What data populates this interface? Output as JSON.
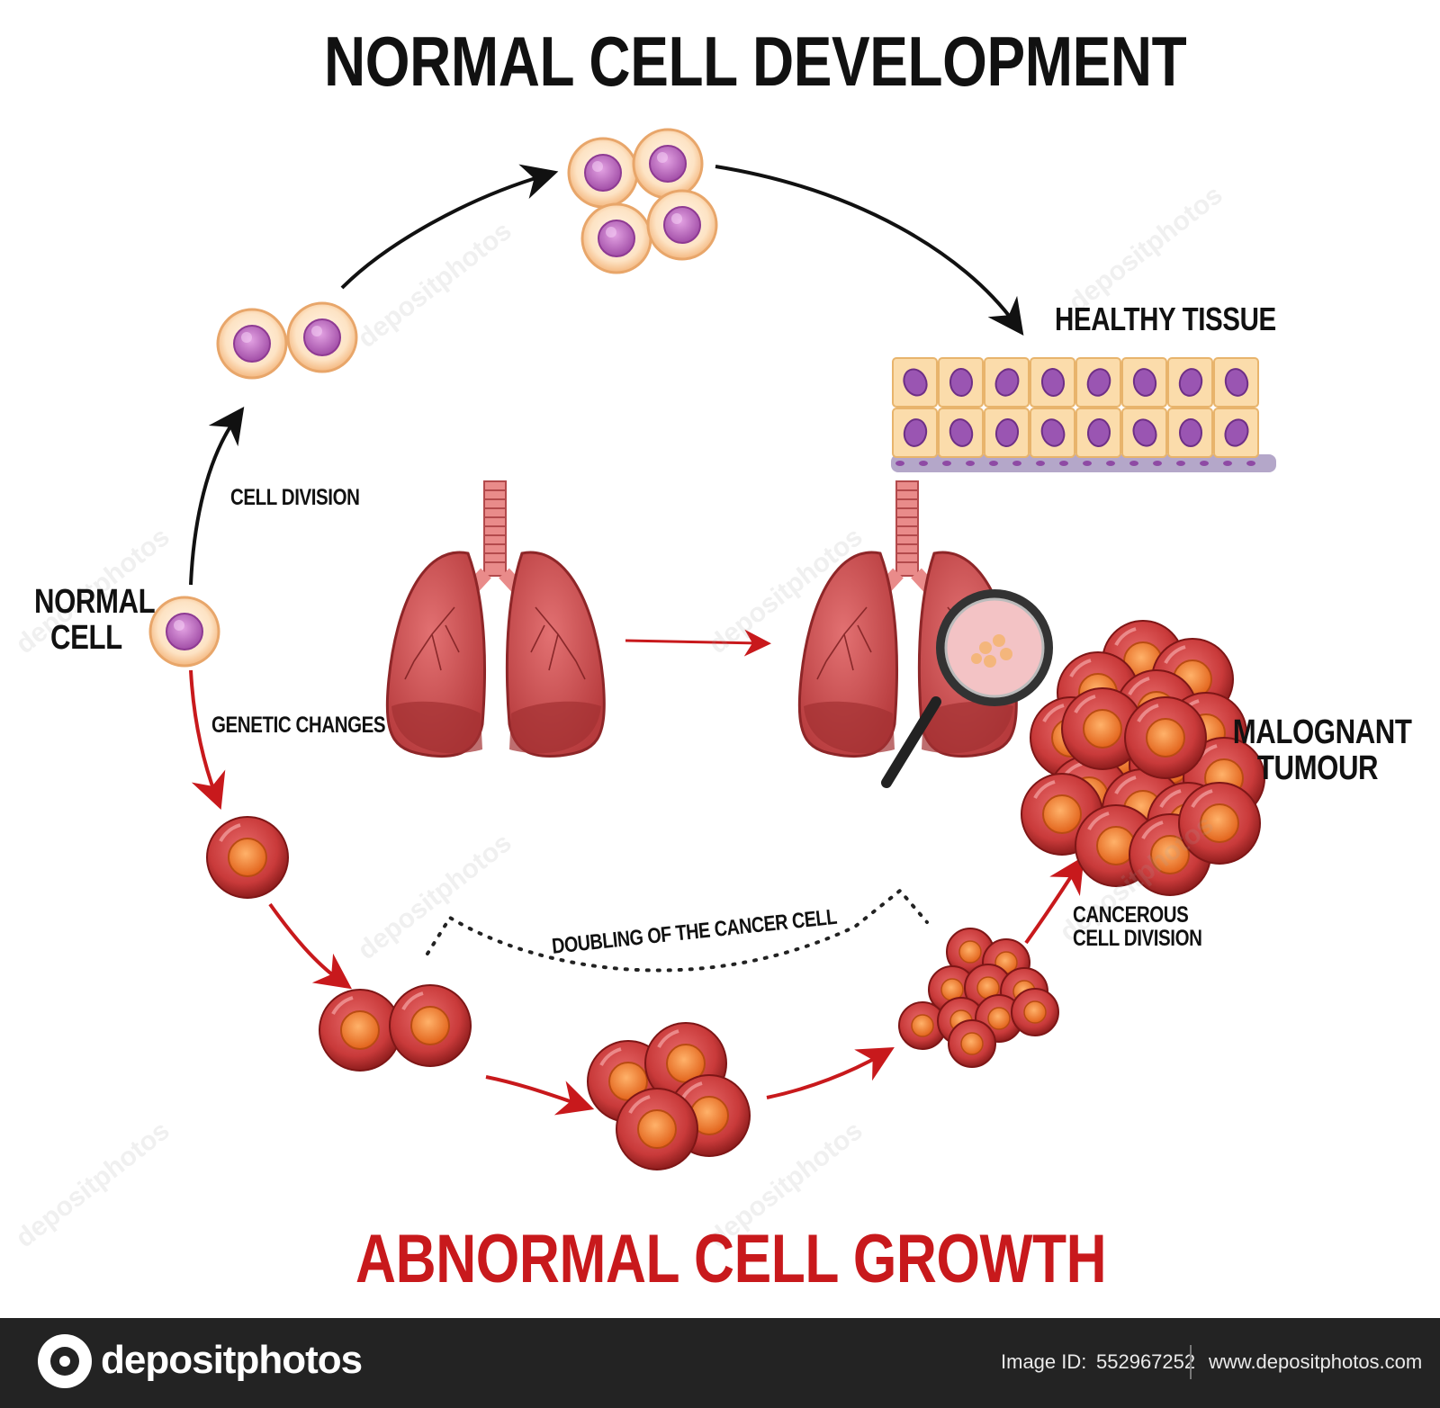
{
  "titles": {
    "normal": "NORMAL CELL DEVELOPMENT",
    "abnormal": "ABNORMAL CELL GROWTH"
  },
  "labels": {
    "healthy_tissue": "HEALTHY TISSUE",
    "cell_division": "CELL DIVISION",
    "normal_cell_line1": "NORMAL",
    "normal_cell_line2": "CELL",
    "genetic_changes": "GENETIC CHANGES",
    "malignant_line1": "MALOGNANT",
    "malignant_line2": "TUMOUR",
    "cancerous_line1": "CANCEROUS",
    "cancerous_line2": "CELL DIVISION",
    "doubling": "DOUBLING OF THE CANCER CELL"
  },
  "watermark": "depositphotos",
  "footer": {
    "brand": "depositphotos",
    "id_label": "Image ID:",
    "id_value": "552967252",
    "url": "www.depositphotos.com"
  },
  "colors": {
    "normal_arrow": "#111111",
    "abnormal_arrow": "#c8191c",
    "normal_cell_membrane": "#fde3c4",
    "normal_cell_nucleus": "#c873c9",
    "cancer_cell": "#c93a3a",
    "cancer_nucleus": "#f0802a",
    "lung": "#c94a4c",
    "footer_bg": "#232323"
  },
  "icons": [
    "camera-icon"
  ]
}
